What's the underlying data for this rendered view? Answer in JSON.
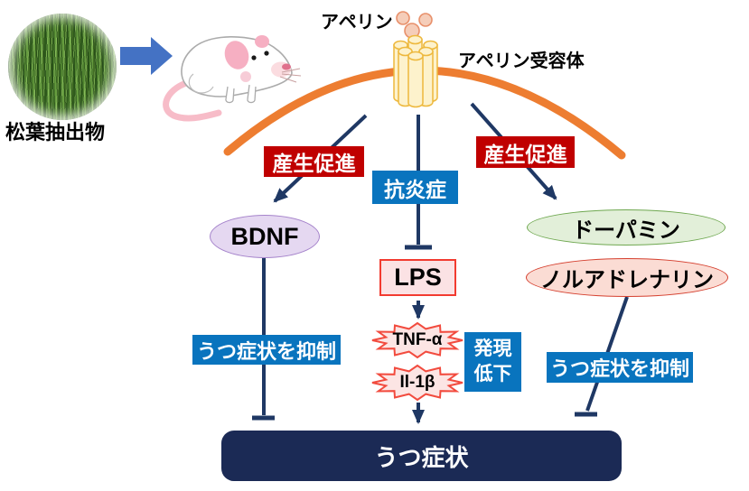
{
  "colors": {
    "accent_red": "#C00000",
    "accent_blue": "#0974BE",
    "line_navy": "#1F3864",
    "outcome_navy": "#1B2A55",
    "membrane_orange": "#ED7D31",
    "transfer_arrow_blue": "#4472C4",
    "bdnf_fill": "#E5D8F1",
    "dopamine_fill": "#E2EFD9",
    "noradrenaline_fill": "#FBDCD4",
    "lps_fill": "#FBE2E4",
    "receptor_yellow": "#FDF2CC"
  },
  "source": {
    "label": "松葉抽出物"
  },
  "apelin": {
    "ligand": "アペリン",
    "receptor": "アペリン受容体"
  },
  "left_pathway": {
    "effect": "産生促進",
    "node": "BDNF",
    "outcome": "うつ症状を抑制"
  },
  "center_pathway": {
    "effect": "抗炎症",
    "trigger": "LPS",
    "cytokine_1": "TNF-α",
    "cytokine_2": "Il-1β",
    "expression_change": "発現低下"
  },
  "right_pathway": {
    "effect": "産生促進",
    "node_1": "ドーパミン",
    "node_2": "ノルアドレナリン",
    "outcome": "うつ症状を抑制"
  },
  "outcome": {
    "label": "うつ症状"
  }
}
